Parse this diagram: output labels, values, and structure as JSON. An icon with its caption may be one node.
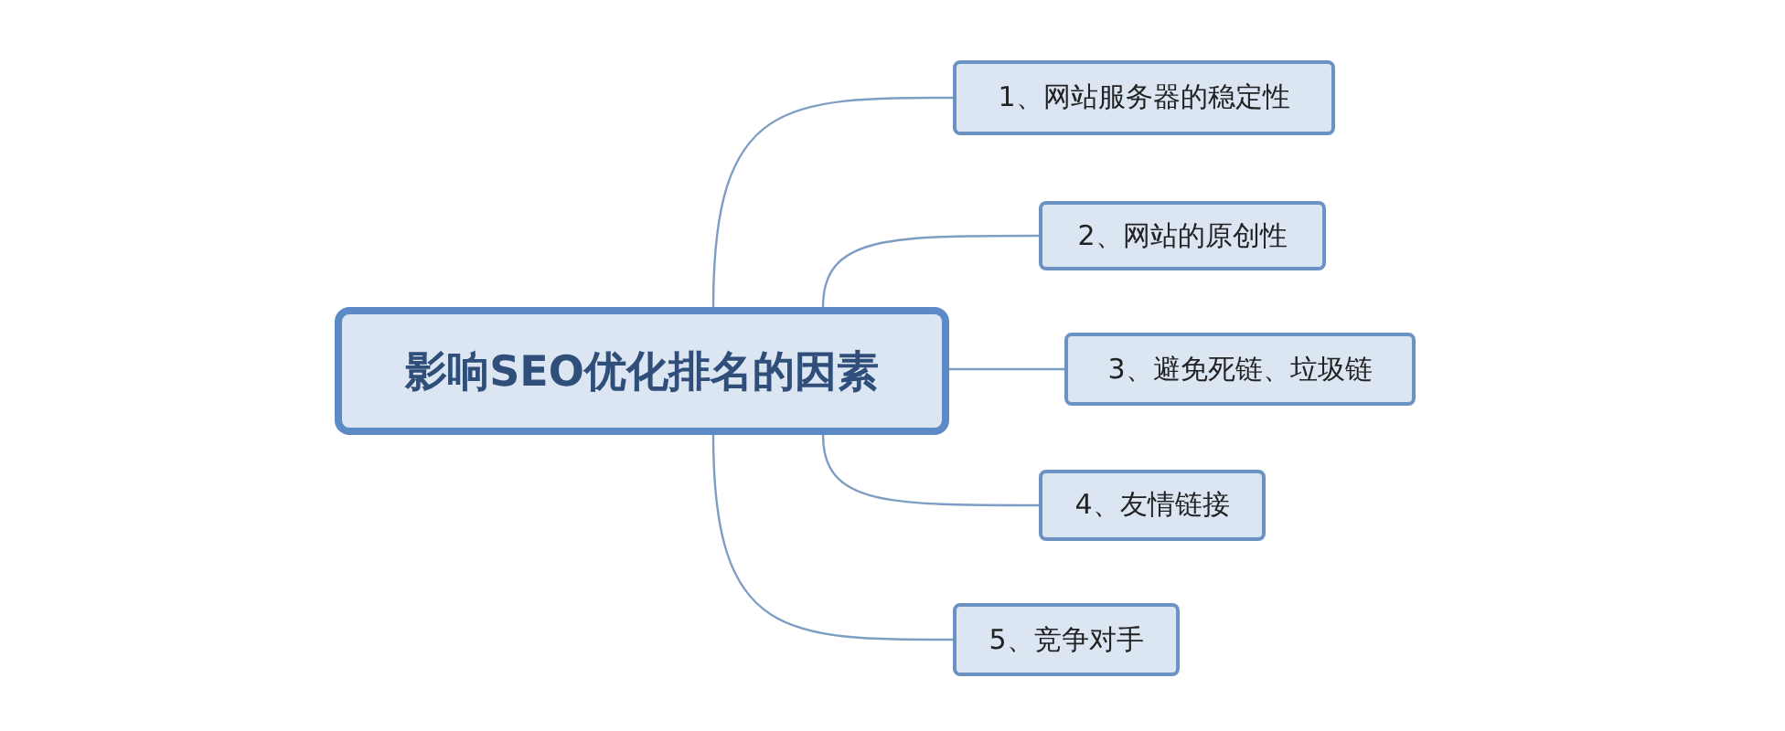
{
  "diagram": {
    "nodes": [
      {
        "text": [
          "影响SEO优化排名的因素"
        ]
      },
      {
        "text": [
          "1、网站服务器的稳定性"
        ]
      },
      {
        "text": [
          "2、网站的原创性"
        ]
      },
      {
        "text": [
          "3、避免死链、垃圾链"
        ]
      },
      {
        "text": [
          "4、友情链接"
        ]
      },
      {
        "text": [
          "5、竞争对手"
        ]
      }
    ],
    "edges": [
      {
        "from": 0,
        "to": 1,
        "arrow": "none"
      },
      {
        "from": 0,
        "to": 2,
        "arrow": "none"
      },
      {
        "from": 0,
        "to": 3,
        "arrow": "none"
      },
      {
        "from": 0,
        "to": 4,
        "arrow": "none"
      },
      {
        "from": 0,
        "to": 5,
        "arrow": "none"
      }
    ]
  }
}
